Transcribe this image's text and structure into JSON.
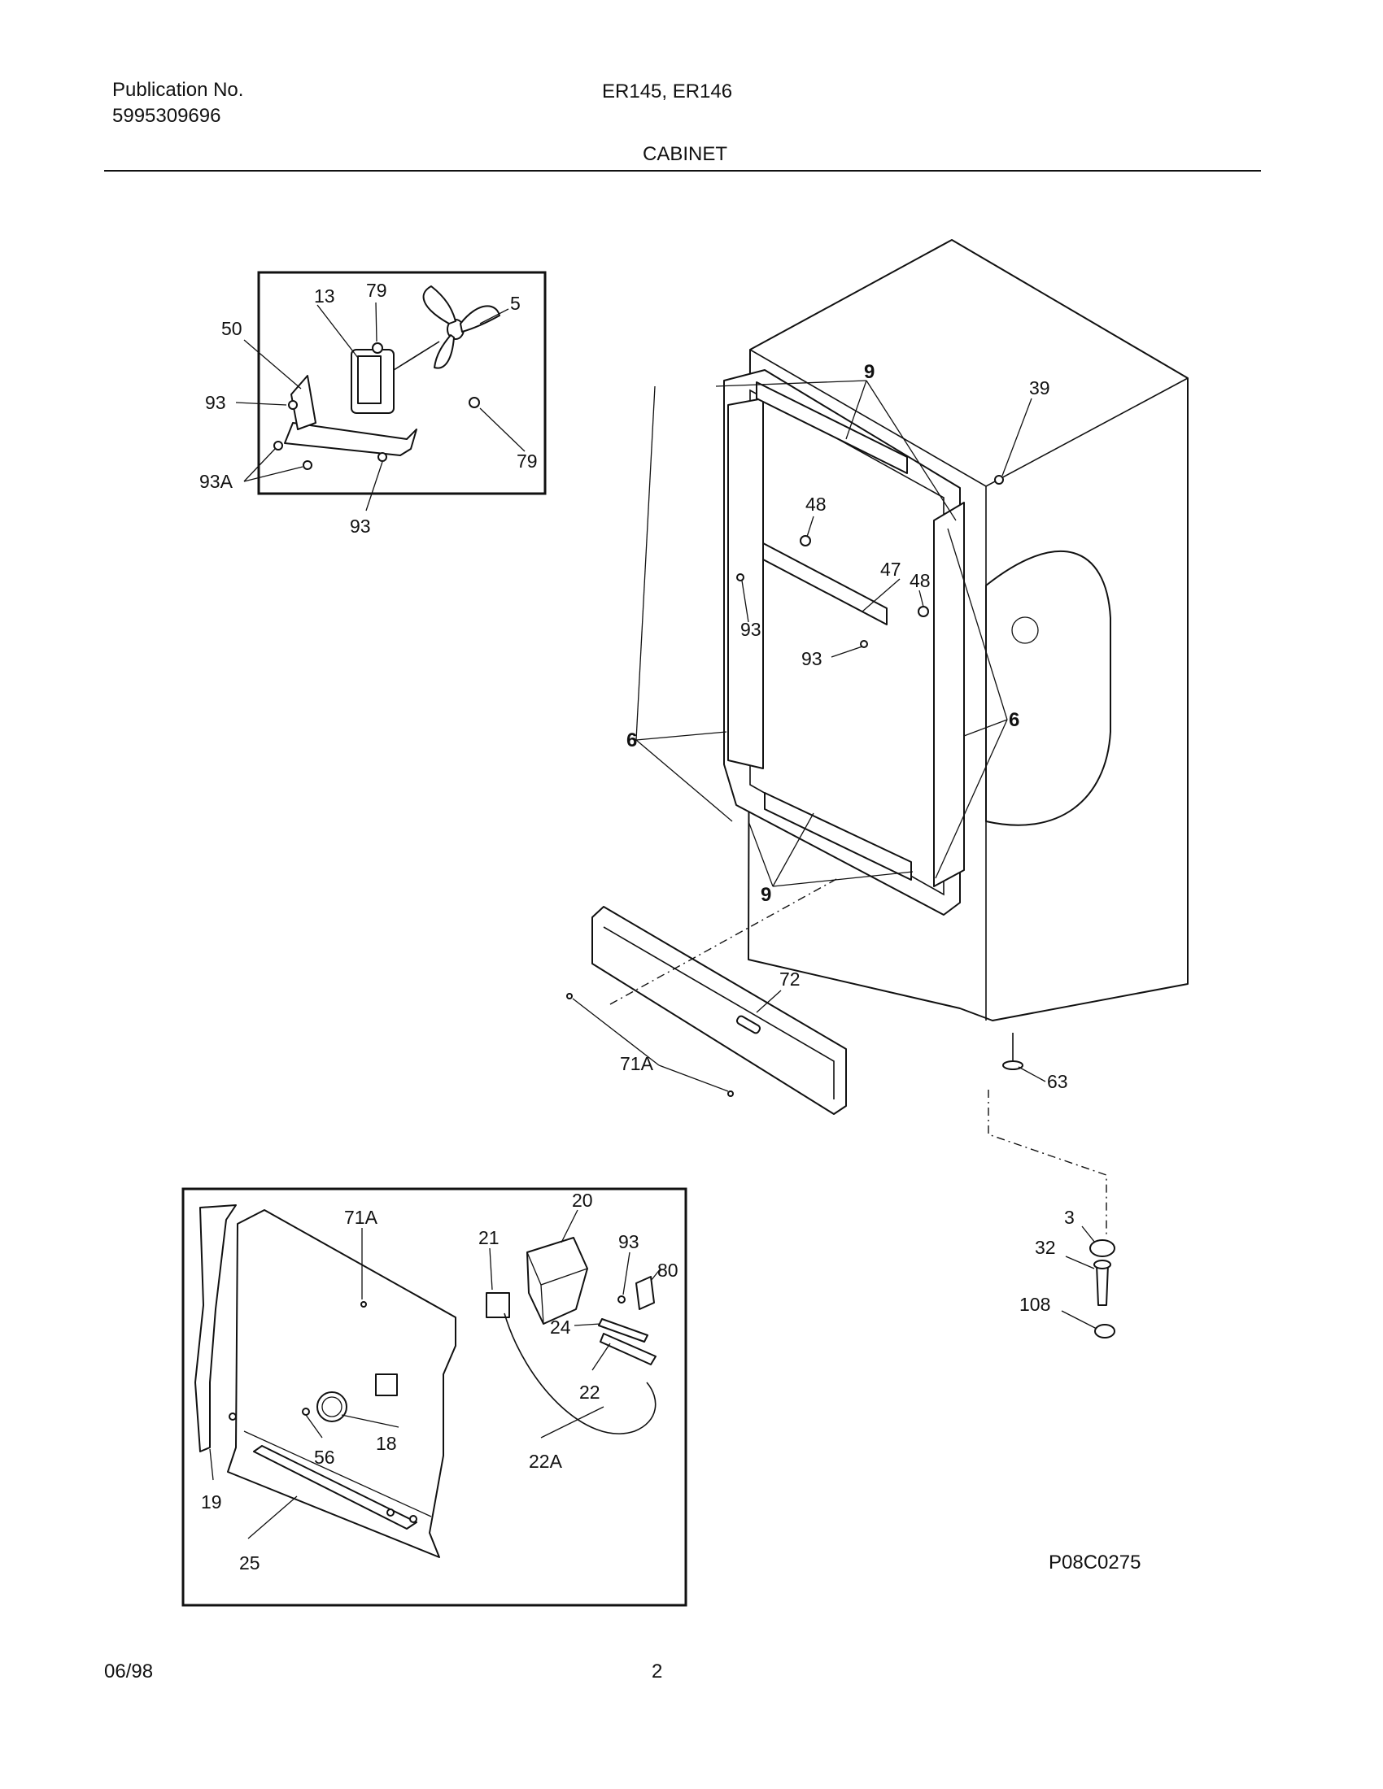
{
  "header": {
    "publication_label": "Publication No.",
    "publication_number": "5995309696",
    "models": "ER145, ER146",
    "section_title": "CABINET"
  },
  "footer": {
    "date": "06/98",
    "page_number": "2"
  },
  "diagram_code": "P08C0275",
  "callouts": {
    "fan_assembly": [
      "13",
      "79",
      "5",
      "50",
      "93",
      "79",
      "93A",
      "93"
    ],
    "cabinet": [
      "9",
      "39",
      "48",
      "47",
      "48",
      "93",
      "93",
      "6",
      "6",
      "9"
    ],
    "toe_grille": [
      "72",
      "71A"
    ],
    "leveler": [
      "63",
      "3",
      "32",
      "108"
    ],
    "control_panel": [
      "20",
      "71A",
      "21",
      "93",
      "80",
      "24",
      "22",
      "18",
      "56",
      "22A",
      "19",
      "25"
    ]
  }
}
